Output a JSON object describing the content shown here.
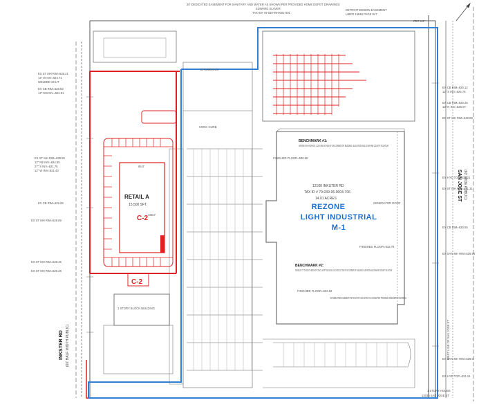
{
  "sheet": {
    "top_notes": {
      "easement_north": "20' DEDICATED EASEMENT FOR SANITARY AND WATER AS SHOWN PER PROVIDED HOME DEPOT DRAWINGS",
      "owner_north": "EDWARD SLAVER",
      "tax_north": "TAX ID# 79-039-99-0001-001",
      "detroit_edison": "DETROIT EDISON EASEMENT",
      "liber": "LIBER 15846 PAGE 847",
      "fdr_east": "FDR 1/2\""
    },
    "site": {
      "address": "12100 INKSTER RD",
      "tax_id": "TAX ID # 79-039-96-0004-706",
      "acres": "14.01 ACRES"
    },
    "retail": {
      "name": "RETAIL A",
      "area": "15,500 SFT.",
      "zoning": "C-2",
      "zoning_south": "C-2",
      "dim_top": "65.0'",
      "dim_side": "155.0'"
    },
    "rezone": {
      "line1": "REZONE",
      "line2": "LIGHT INDUSTRIAL",
      "line3": "M-1"
    },
    "benchmarks": [
      {
        "title": "BENCHMARK #1:",
        "desc": "ARROW ON HYDRANT, LOCATED 90' NW OF SW CORNER OF BUILDING. ELEVATION=630.10 WAYNE COUNTY 94 DATUM"
      },
      {
        "title": "BENCHMARK #2:",
        "desc": "CHISELED \"X\" ON SOUTH EDGE OF CONC. LIGHT POLE BASE, LOCATED 112' SW OF SE CORNER OF BUILDING. ELEVATION=624.35 WAYNE COUNTY 94 DATUM"
      }
    ],
    "roads": {
      "west": "INKSTER RD",
      "west_sub": "(60' HALF WIDTH PUBLIC)",
      "east": "SAN JOSE ST",
      "east_sub": "(60' WIDE PUBLIC)"
    },
    "building_notes": {
      "finished_floor_1": "FINISHED FLOOR=630.59",
      "finished_floor_2": "FINISHED FLOOR=632.76",
      "finished_floor_3": "FINISHED FLOOR=632.82",
      "generator": "GENERATOR ROOF",
      "easement_south": "20' DEDICATED EASEMENT FOR SANITARY AND WATER AS SHOWN PER PROVIDED HOME DEPOT DRAWINGS",
      "one_story": "1 STORY BLOCK BUILDING",
      "bituminous": "BITUMINOUS",
      "conc_curb": "CONC CURB",
      "west_of_san_jose": "WEST LINE OF SAN JOSE ST",
      "house": "1 STORY HOUSE",
      "house_addr": "12035 SAN JOSE ST"
    },
    "utility_labels_west": [
      "EX ST MH RIM=628.21",
      "12\" W INV=624.71",
      "WELDED SHUT",
      "EX CB RIM=628.53",
      "12\" SW INV=624.51",
      "EX ST MH RIM=628.55",
      "12\" NE INV=624.55",
      "27\" S INV=621.76",
      "12\" W INV=621.43",
      "EX CB RIM=629.08",
      "EX ST MH RIM=628.89",
      "EX ST MH RIM=628.46",
      "EX ST MH RIM=629.48"
    ],
    "utility_labels_east": [
      "EX CB RIM=630.12",
      "12\" S INV=625.76",
      "EX CB RIM=630.25",
      "12\" N INV=626.07",
      "EX ST MH RIM=630.08",
      "EX HYD TOP=632.21",
      "EX ST MH RIM=631.31",
      "EX CB RIM=630.55",
      "EX SAN MH RIM=629.94",
      "EX SAN MH RIM=629.0",
      "EX HYD TOP=631.16"
    ],
    "colors": {
      "zoning_red": "#e02020",
      "boundary_blue": "#2f7fd6",
      "linework": "#555555"
    },
    "icons": [
      "north-arrow-icon"
    ]
  }
}
